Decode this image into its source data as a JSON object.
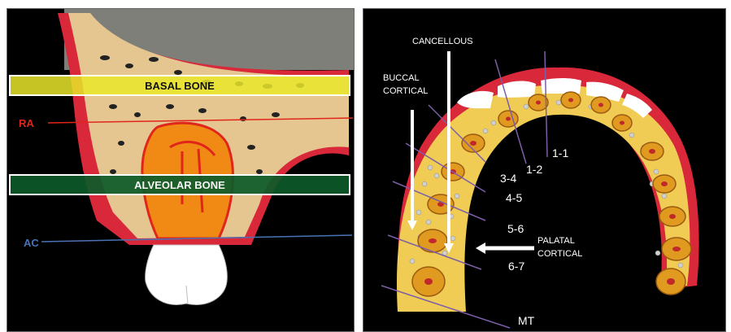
{
  "left_panel": {
    "band_basal_label": "BASAL BONE",
    "band_alveolar_label": "ALVEOLAR BONE",
    "line_ra_label": "RA",
    "line_ac_label": "AC",
    "colors": {
      "basal_band": "#e8e62a",
      "alveolar_band": "#0c5a2a",
      "ra": "#e0251b",
      "ac": "#4a73b5",
      "bone": "#e6c690",
      "gingiva": "#d8283a",
      "tooth_crown": "#f08a14",
      "background_gray": "#7f7f7a"
    }
  },
  "right_panel": {
    "label_cancellous": "CANCELLOUS",
    "label_buccal_cortical_line1": "BUCCAL",
    "label_buccal_cortical_line2": "CORTICAL",
    "label_palatal_cortical_line1": "PALATAL",
    "label_palatal_cortical_line2": "CORTICAL",
    "section_labels": [
      "1-1",
      "1-2",
      "3-4",
      "4-5",
      "5-6",
      "6-7",
      "MT"
    ],
    "colors": {
      "gum": "#d8283a",
      "bone": "#f0cc55",
      "root": "#e09a20",
      "canal": "#c0282a",
      "section_line": "#7b5ea8"
    }
  }
}
